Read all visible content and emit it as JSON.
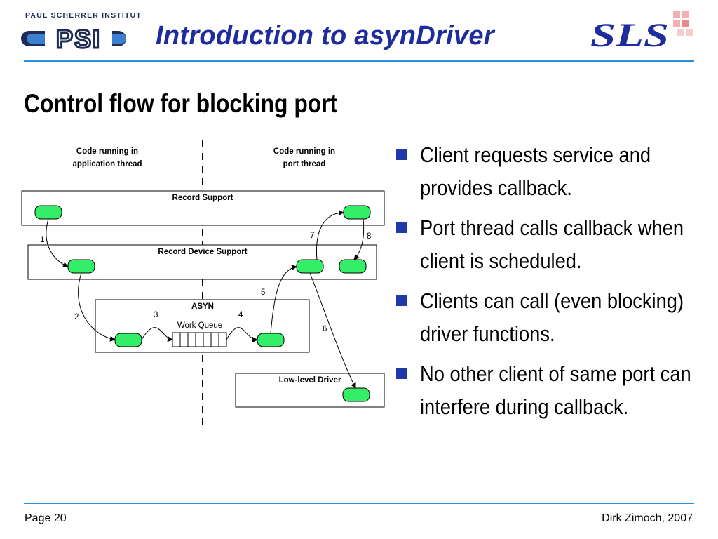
{
  "header": {
    "institute": "PAUL SCHERRER INSTITUT",
    "logo_left": "PSI",
    "title": "Introduction to asynDriver",
    "logo_right": "SLS"
  },
  "subtitle": "Control flow for blocking port",
  "diagram": {
    "left_column_label": [
      "Code running in",
      "application thread"
    ],
    "right_column_label": [
      "Code running in",
      "port thread"
    ],
    "layers": {
      "record_support": "Record Support",
      "record_device_support": "Record Device Support",
      "asyn": "ASYN",
      "work_queue": "Work Queue",
      "low_level_driver": "Low-level Driver"
    },
    "steps": [
      "1",
      "2",
      "3",
      "4",
      "5",
      "6",
      "7",
      "8"
    ]
  },
  "bullets": [
    "Client requests service and provides callback.",
    "Port thread calls callback when client is scheduled.",
    "Clients can call (even blocking) driver functions.",
    "No other client of same port can interfere during callback."
  ],
  "footer": {
    "page": "Page 20",
    "author": "Dirk Zimoch, 2007"
  },
  "colors": {
    "title_blue": "#1f2c9e",
    "rule_blue": "#2a8fe0",
    "bullet_square": "#1f3aa8",
    "node_green": "#33ee66",
    "sls_red": "#e03a3a"
  }
}
